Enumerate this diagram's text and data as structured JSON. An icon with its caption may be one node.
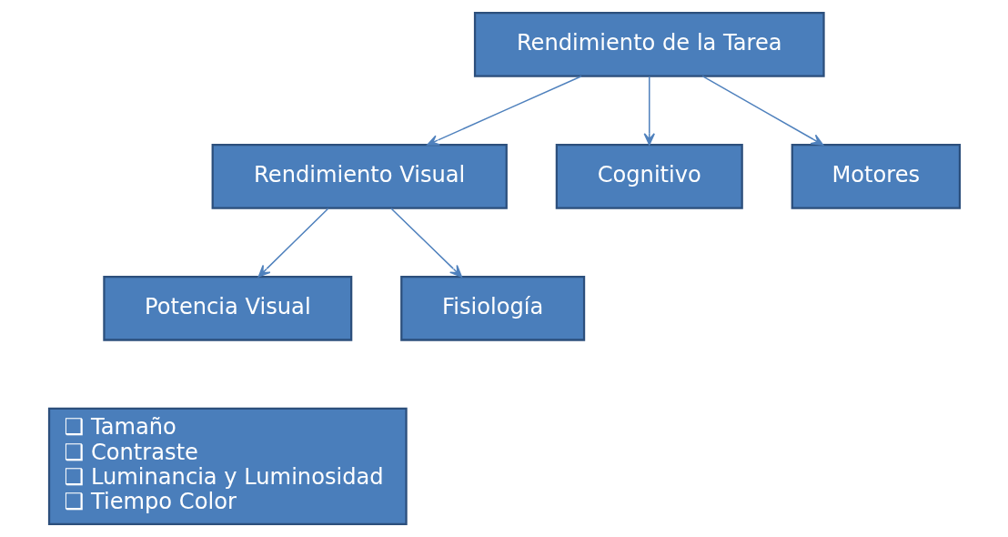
{
  "diagram": {
    "nodes": [
      {
        "text": [
          "Rendimiento de la Tarea"
        ]
      },
      {
        "text": [
          "Rendimiento Visual"
        ]
      },
      {
        "text": [
          "Cognitivo"
        ]
      },
      {
        "text": [
          "Motores"
        ]
      },
      {
        "text": [
          "Potencia Visual"
        ]
      },
      {
        "text": [
          "Fisiología"
        ]
      },
      {
        "text": [
          "❑ Tamaño",
          "❑ Contraste",
          "❑ Luminancia y Luminosidad",
          "❑ Tiempo Color"
        ]
      }
    ],
    "edges": [
      {
        "from": 0,
        "to": 1,
        "arrow": "to"
      },
      {
        "from": 0,
        "to": 2,
        "arrow": "to"
      },
      {
        "from": 0,
        "to": 3,
        "arrow": "to"
      },
      {
        "from": 1,
        "to": 4,
        "arrow": "to"
      },
      {
        "from": 1,
        "to": 5,
        "arrow": "to"
      }
    ]
  }
}
